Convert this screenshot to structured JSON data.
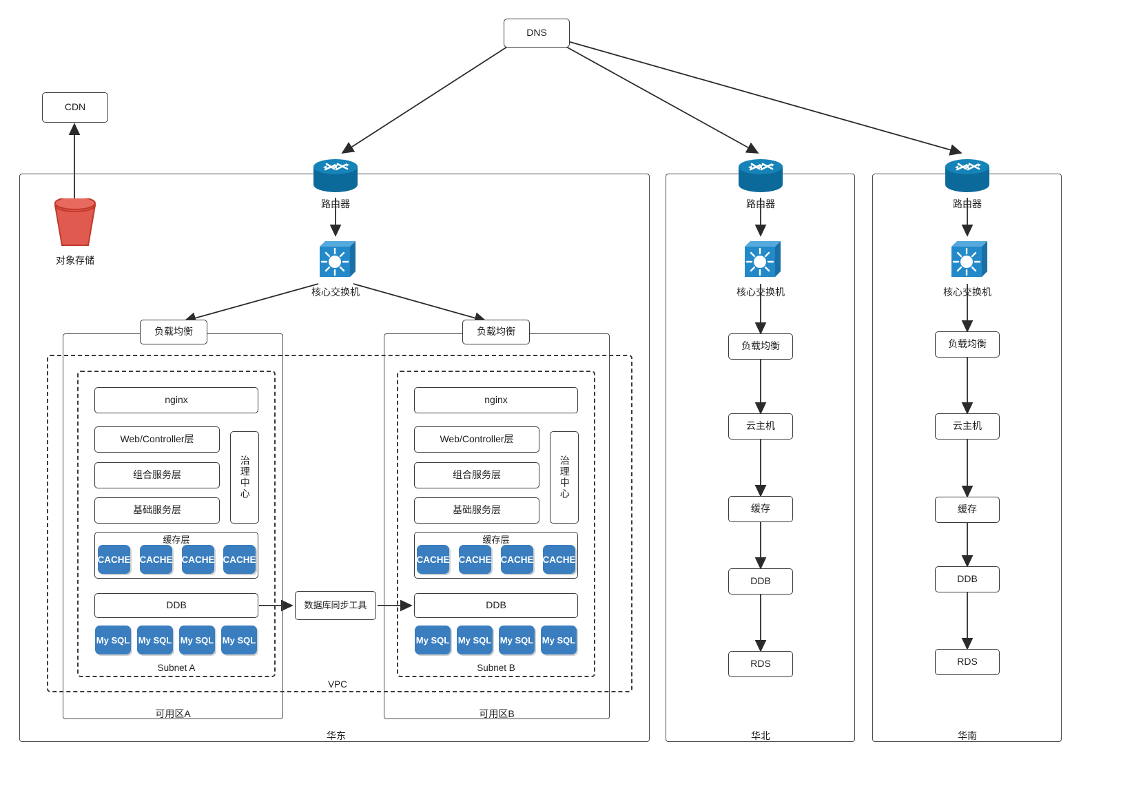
{
  "diagram": {
    "title": "Multi-region cloud architecture",
    "colors": {
      "box_border": "#3a3a3a",
      "chip_blue": "#3a7ebf",
      "router_teal": "#0c6a9a",
      "switch_blue": "#2389c9",
      "storage_red": "#e05a4f",
      "line": "#2b2b2b"
    }
  },
  "top": {
    "dns": "DNS",
    "cdn": "CDN",
    "object_storage": "对象存储"
  },
  "regions": [
    {
      "name": "华东",
      "router": "路由器",
      "core_switch": "核心交换机",
      "azs": [
        {
          "name": "可用区A",
          "subnet": "Subnet A",
          "load_balancer": "负载均衡",
          "nginx": "nginx",
          "web_layer": "Web/Controller层",
          "composite_layer": "组合服务层",
          "base_layer": "基础服务层",
          "governance_center": "治理中心",
          "cache_layer": "缓存层",
          "cache_nodes": [
            "CACHE",
            "CACHE",
            "CACHE",
            "CACHE"
          ],
          "ddb": "DDB",
          "mysql_nodes": [
            "My SQL",
            "My SQL",
            "My SQL",
            "My SQL"
          ]
        },
        {
          "name": "可用区B",
          "subnet": "Subnet B",
          "load_balancer": "负载均衡",
          "nginx": "nginx",
          "web_layer": "Web/Controller层",
          "composite_layer": "组合服务层",
          "base_layer": "基础服务层",
          "governance_center": "治理中心",
          "cache_layer": "缓存层",
          "cache_nodes": [
            "CACHE",
            "CACHE",
            "CACHE",
            "CACHE"
          ],
          "ddb": "DDB",
          "mysql_nodes": [
            "My SQL",
            "My SQL",
            "My SQL",
            "My SQL"
          ]
        }
      ],
      "vpc": "VPC",
      "sync_tool": "数据库同步工具"
    },
    {
      "name": "华北",
      "router": "路由器",
      "core_switch": "核心交换机",
      "stack": [
        "负载均衡",
        "云主机",
        "缓存",
        "DDB",
        "RDS"
      ]
    },
    {
      "name": "华南",
      "router": "路由器",
      "core_switch": "核心交换机",
      "stack": [
        "负载均衡",
        "云主机",
        "缓存",
        "DDB",
        "RDS"
      ]
    }
  ]
}
